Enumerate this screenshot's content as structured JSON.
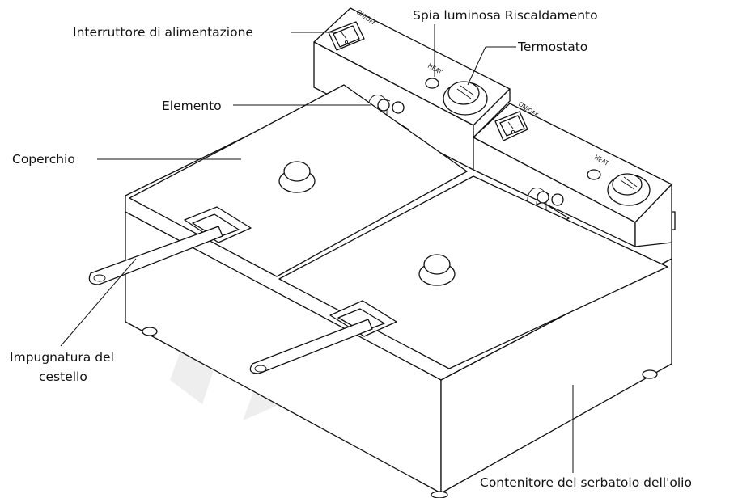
{
  "labels": {
    "power_switch": "Interruttore di alimentazione",
    "heat_light": "Spia luminosa Riscaldamento",
    "thermostat": "Termostato",
    "element": "Elemento",
    "lid": "Coperchio",
    "basket_handle_1": "Impugnatura del",
    "basket_handle_2": "cestello",
    "oil_tank": "Contenitore del serbatoio dell'olio"
  },
  "panel_text": {
    "switch_left": "ON/OFF",
    "switch_right": "ON/OFF",
    "heat_left": "HEAT",
    "heat_right": "HEAT"
  },
  "colors": {
    "line": "#111111",
    "background": "#ffffff",
    "watermark": "#eeeeee"
  }
}
